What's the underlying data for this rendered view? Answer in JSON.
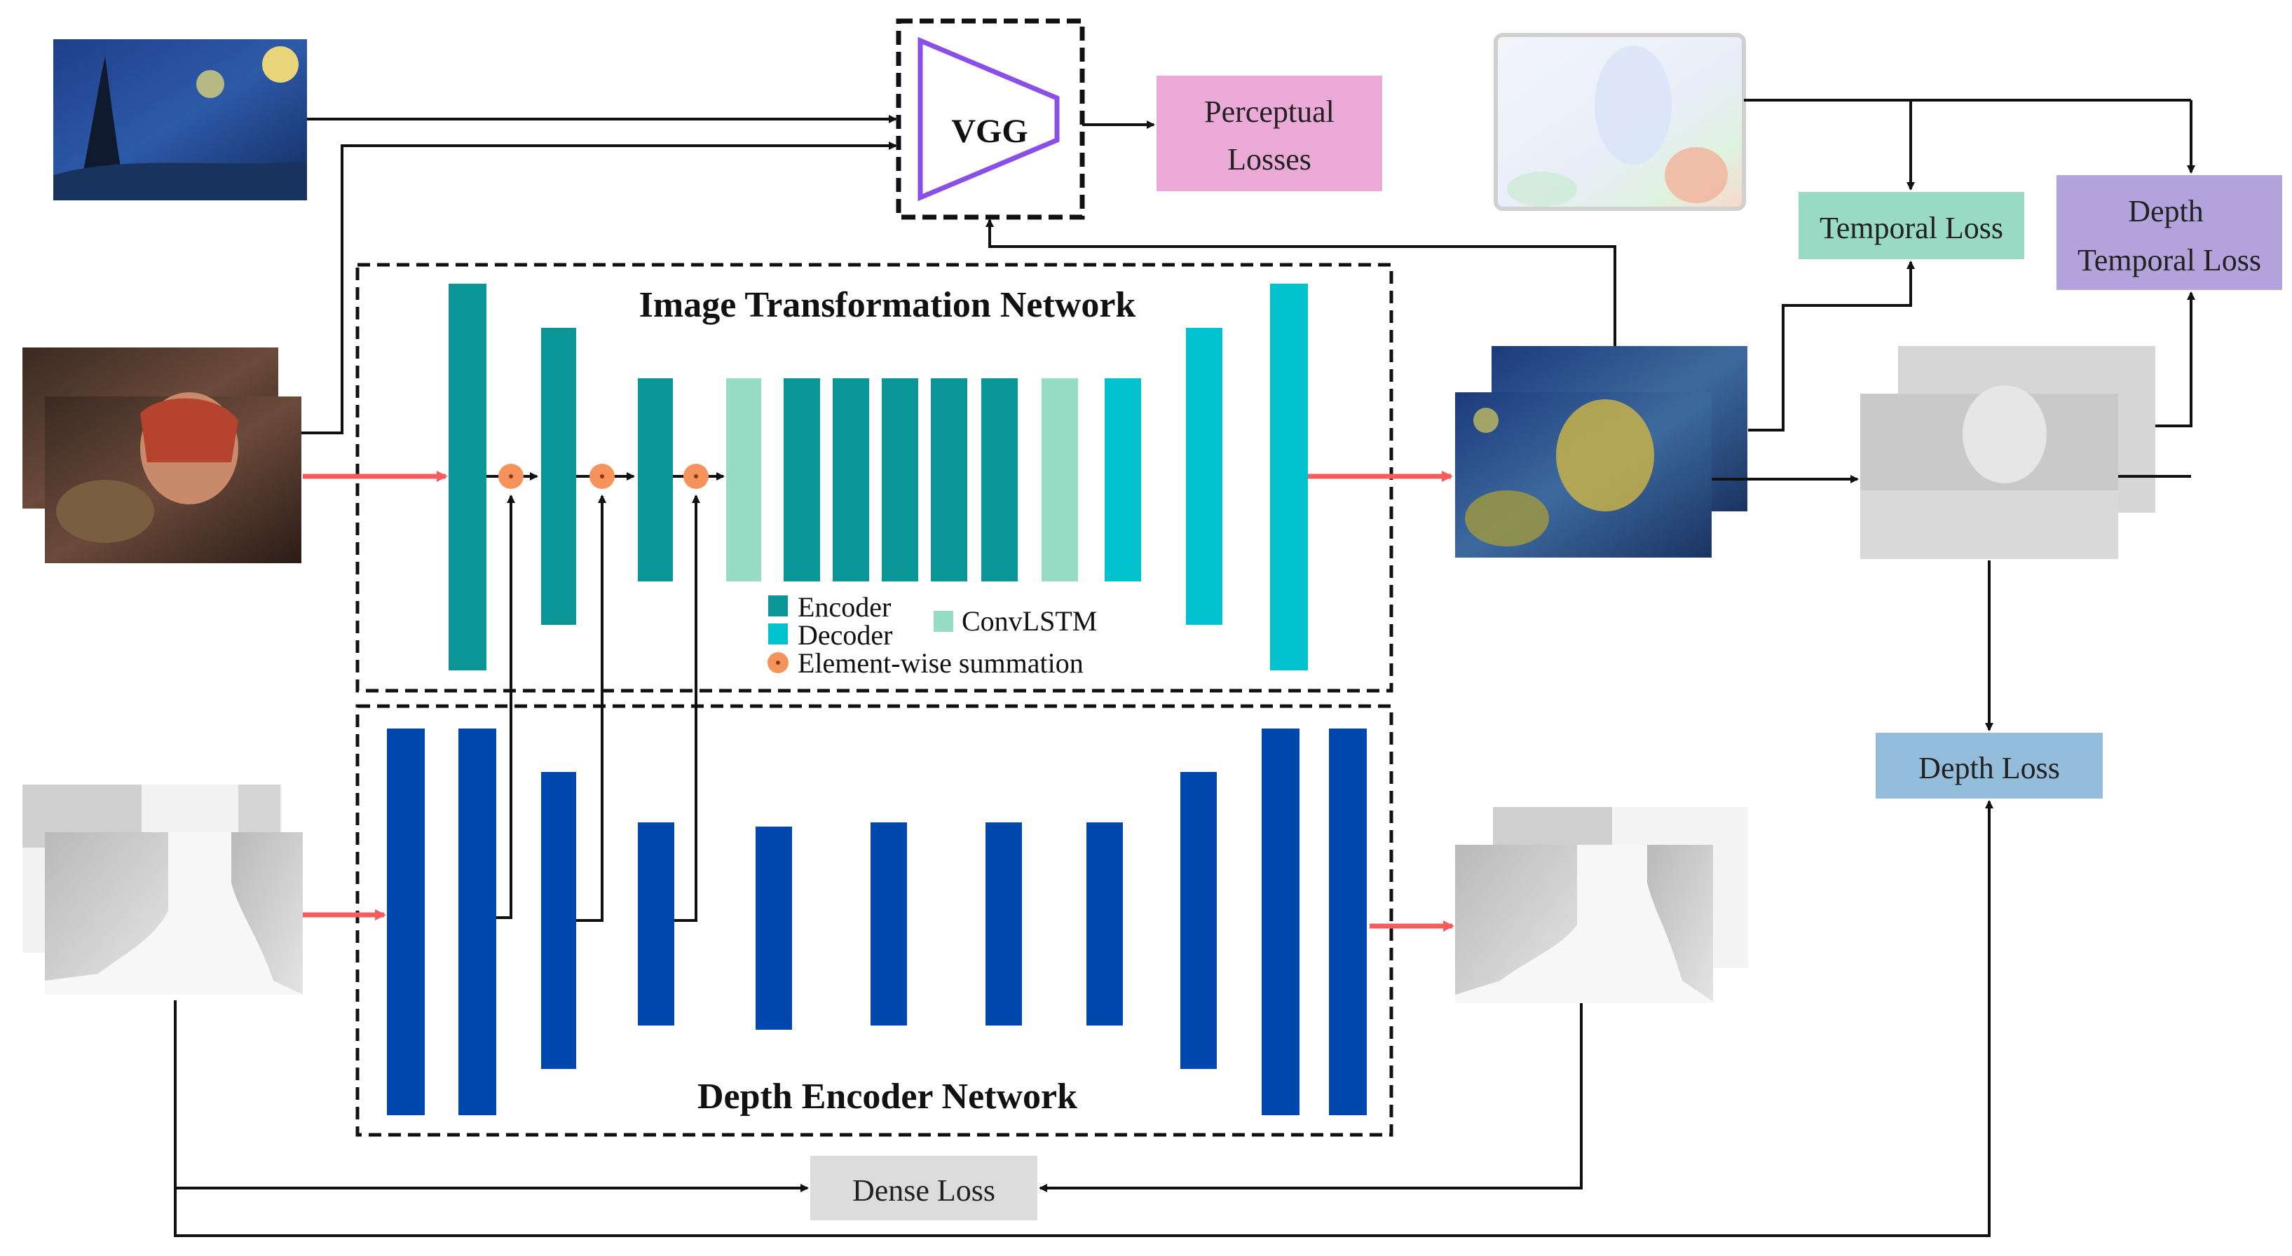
{
  "vgg": {
    "label": "VGG"
  },
  "boxes": {
    "perceptual": [
      "Perceptual",
      "Losses"
    ],
    "temporal": "Temporal Loss",
    "depth_temporal": [
      "Depth",
      "Temporal Loss"
    ],
    "depth_loss": "Depth Loss",
    "dense_loss": "Dense Loss"
  },
  "networks": {
    "transformation_title": "Image Transformation Network",
    "depth_title": "Depth Encoder Network"
  },
  "legend": {
    "encoder": "Encoder",
    "decoder": "Decoder",
    "convlstm": "ConvLSTM",
    "summation": "Element-wise summation"
  },
  "colors": {
    "encoder": "#0a9596",
    "decoder": "#00c2cf",
    "convlstm": "#97dcc4",
    "depth_encoder": "#0148ae",
    "sum_node": "#f6935b",
    "red_arrow": "#f45d5d",
    "vgg_outline": "#8a4fe6",
    "perceptual_box": "#eaa9d6",
    "temporal_box": "#98dac3",
    "depth_temporal_box": "#b3a3dd",
    "depth_loss_box": "#94bcdb",
    "dense_loss_box": "#dcdcdc"
  },
  "images": {
    "style": "starry-night-style-image",
    "input_frames": "input-video-frames",
    "input_depth": "input-depth-maps",
    "optical_flow": "optical-flow-image",
    "stylized_frames": "stylized-output-frames",
    "output_depth": "output-depth-maps",
    "stylized_depth": "stylized-depth-maps"
  }
}
